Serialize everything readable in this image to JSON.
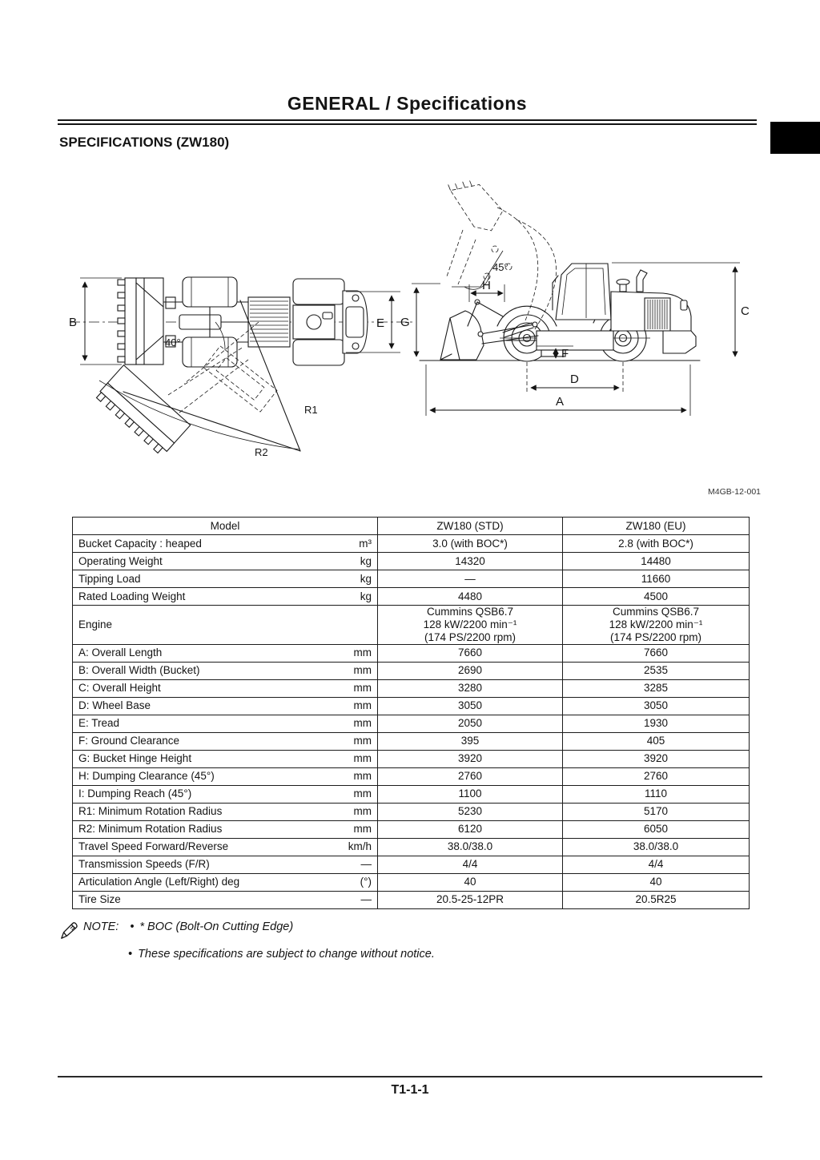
{
  "page": {
    "header_title": "GENERAL / Specifications",
    "section_title": "SPECIFICATIONS (ZW180)",
    "footer_page": "T1-1-1"
  },
  "figure": {
    "code": "M4GB-12-001",
    "labels": {
      "b": "B",
      "e": "E",
      "angle40": "40°",
      "r1": "R1",
      "r2": "R2",
      "angle45": "45°",
      "h": "H",
      "g": "G",
      "c": "C",
      "f": "F",
      "d": "D",
      "a": "A"
    }
  },
  "table": {
    "header": {
      "model": "Model",
      "std": "ZW180 (STD)",
      "eu": "ZW180 (EU)"
    },
    "rows": [
      {
        "label": "Bucket Capacity : heaped",
        "unit": "m³",
        "std": "3.0 (with BOC*)",
        "eu": "2.8 (with BOC*)"
      },
      {
        "label": "Operating Weight",
        "unit": "kg",
        "std": "14320",
        "eu": "14480"
      },
      {
        "label": "Tipping Load",
        "unit": "kg",
        "std": "—",
        "eu": "11660"
      },
      {
        "label": "Rated Loading Weight",
        "unit": "kg",
        "std": "4480",
        "eu": "4500"
      },
      {
        "label": "Engine",
        "unit": "",
        "std": [
          "Cummins QSB6.7",
          "128 kW/2200 min⁻¹",
          "(174 PS/2200 rpm)"
        ],
        "eu": [
          "Cummins QSB6.7",
          "128 kW/2200 min⁻¹",
          "(174 PS/2200 rpm)"
        ]
      },
      {
        "label": "A: Overall Length",
        "unit": "mm",
        "std": "7660",
        "eu": "7660"
      },
      {
        "label": "B: Overall Width (Bucket)",
        "unit": "mm",
        "std": "2690",
        "eu": "2535"
      },
      {
        "label": "C: Overall Height",
        "unit": "mm",
        "std": "3280",
        "eu": "3285"
      },
      {
        "label": "D: Wheel Base",
        "unit": "mm",
        "std": "3050",
        "eu": "3050"
      },
      {
        "label": "E: Tread",
        "unit": "mm",
        "std": "2050",
        "eu": "1930"
      },
      {
        "label": "F: Ground Clearance",
        "unit": "mm",
        "std": "395",
        "eu": "405"
      },
      {
        "label": "G: Bucket Hinge Height",
        "unit": "mm",
        "std": "3920",
        "eu": "3920"
      },
      {
        "label": "H: Dumping Clearance (45°)",
        "unit": "mm",
        "std": "2760",
        "eu": "2760"
      },
      {
        "label": "I: Dumping Reach (45°)",
        "unit": "mm",
        "std": "1100",
        "eu": "1110"
      },
      {
        "label": "R1: Minimum Rotation Radius",
        "unit": "mm",
        "std": "5230",
        "eu": "5170"
      },
      {
        "label": "R2: Minimum Rotation Radius",
        "unit": "mm",
        "std": "6120",
        "eu": "6050"
      },
      {
        "label": "Travel Speed Forward/Reverse",
        "unit": "km/h",
        "std": "38.0/38.0",
        "eu": "38.0/38.0"
      },
      {
        "label": "Transmission Speeds (F/R)",
        "unit": "—",
        "std": "4/4",
        "eu": "4/4"
      },
      {
        "label": "Articulation Angle (Left/Right) deg",
        "unit": "(°)",
        "std": "40",
        "eu": "40"
      },
      {
        "label": "Tire Size",
        "unit": "—",
        "std": "20.5-25-12PR",
        "eu": "20.5R25"
      }
    ]
  },
  "notes": {
    "label": "NOTE:",
    "bullet": "•",
    "items": [
      "* BOC (Bolt-On Cutting Edge)",
      "These specifications are subject to change without notice."
    ]
  }
}
